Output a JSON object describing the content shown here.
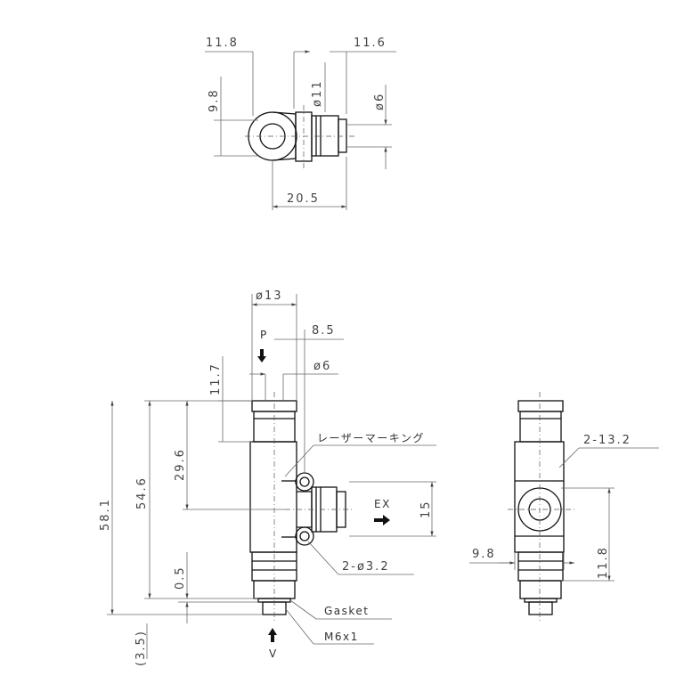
{
  "top_view": {
    "dims": {
      "d11_8": "11.8",
      "d11_6": "11.6",
      "d9_8": "9.8",
      "phi11": "ø11",
      "phi6": "ø6",
      "d20_5": "20.5"
    }
  },
  "front_view": {
    "dims": {
      "phi13": "ø13",
      "d8_5": "8.5",
      "phi6": "ø6",
      "d11_7": "11.7",
      "d29_6": "29.6",
      "d58_1": "58.1",
      "d54_6": "54.6",
      "d15": "15",
      "d0_5": "0.5",
      "d3_5": "(3.5)"
    },
    "labels": {
      "laser_marking": "レーザーマーキング",
      "port_p": "P",
      "port_ex": "EX",
      "port_v": "V",
      "holes": "2-ø3.2",
      "gasket": "Gasket",
      "thread": "M6x1"
    }
  },
  "side_view": {
    "dims": {
      "d2_13_2": "2-13.2",
      "d9_8": "9.8",
      "d11_8": "11.8"
    }
  }
}
